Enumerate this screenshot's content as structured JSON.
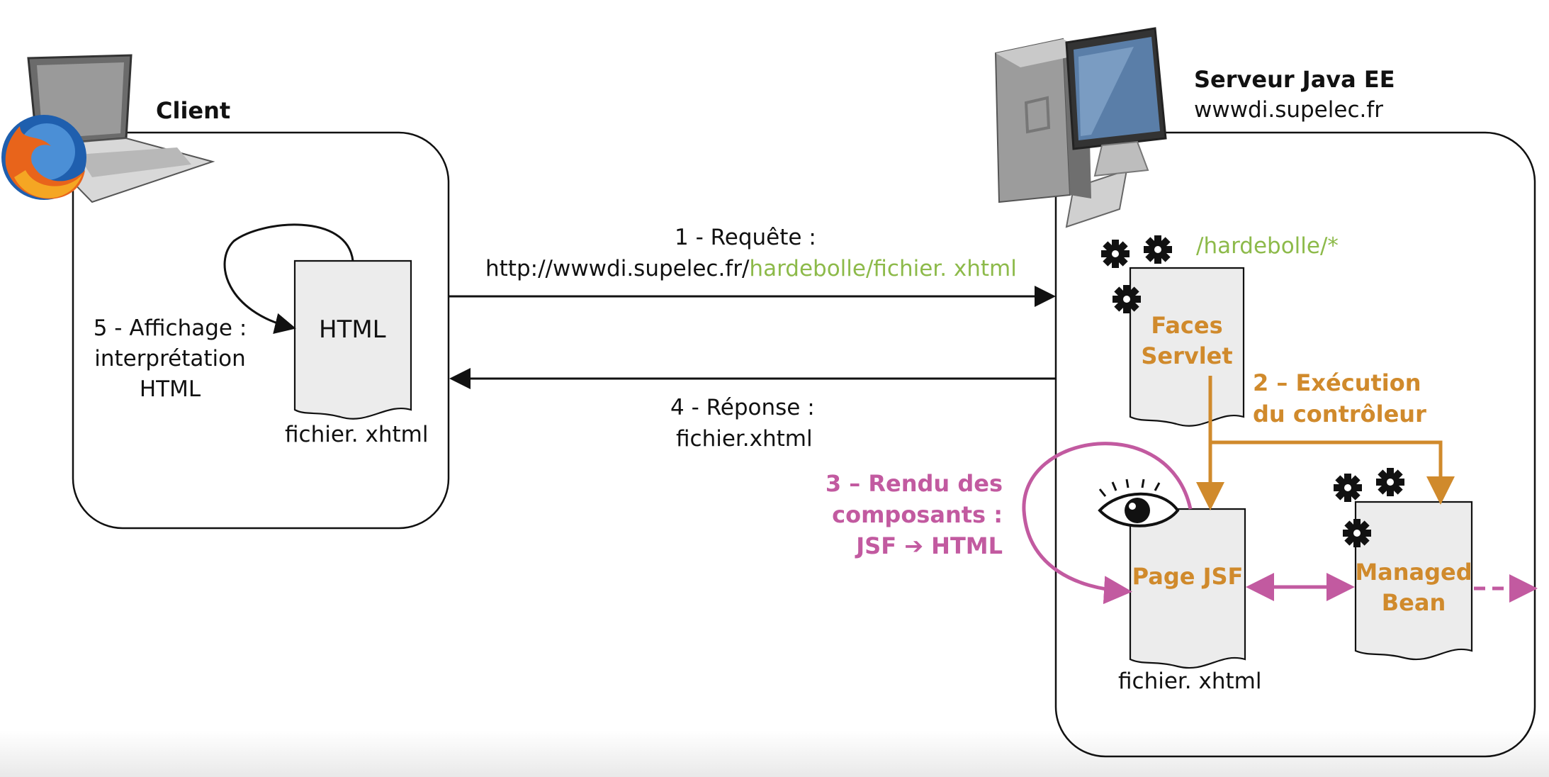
{
  "client": {
    "title": "Client",
    "doc_label": "HTML",
    "filename": "fichier. xhtml",
    "step5": [
      "5 - Affichage :",
      "interprétation",
      "HTML"
    ]
  },
  "server": {
    "title": "Serveur Java EE",
    "host": "wwwdi.supelec.fr",
    "servlet_path": "/hardebolle/*",
    "faces_servlet": [
      "Faces",
      "Servlet"
    ],
    "page_jsf": "Page JSF",
    "managed_bean": [
      "Managed",
      "Bean"
    ],
    "filename": "fichier. xhtml"
  },
  "request": {
    "label": "1 - Requête :",
    "url_prefix": "http://wwwdi.supelec.fr/",
    "url_path": "hardebolle/fichier. xhtml"
  },
  "response": {
    "label": "4 - Réponse :",
    "file": "fichier.xhtml"
  },
  "step2": [
    "2 – Exécution",
    "du contrôleur"
  ],
  "step3": [
    "3 – Rendu des",
    "composants :",
    "JSF ➔ HTML"
  ],
  "colors": {
    "orange": "#d08a2c",
    "green": "#8dba4a",
    "magenta": "#c25aa0",
    "doc_fill": "#ececec"
  },
  "icons": {
    "laptop": "laptop-icon",
    "browser": "firefox-icon",
    "server": "server-computer-icon",
    "gears": "gears-icon",
    "eye": "eye-icon"
  }
}
